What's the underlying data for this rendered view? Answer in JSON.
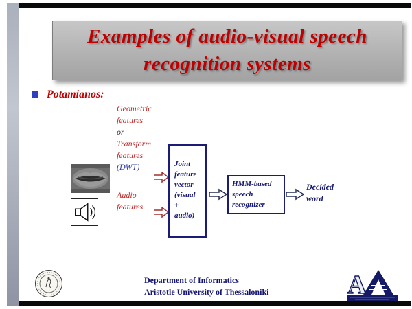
{
  "title": {
    "line1": "Examples of audio-visual speech",
    "line2": "recognition systems"
  },
  "bullet": {
    "label": "Potamianos:"
  },
  "visual_features": {
    "lines": [
      "Geometric",
      "features",
      "or",
      "Transform",
      "features",
      "(DWT)"
    ]
  },
  "audio_features": {
    "lines": [
      "Audio",
      "features"
    ]
  },
  "diagram": {
    "joint_box": {
      "lines": [
        "Joint",
        "feature",
        "vector",
        "(visual",
        "+",
        "audio)"
      ]
    },
    "hmm_box": {
      "lines": [
        "HMM-based",
        "speech",
        "recognizer"
      ]
    },
    "output": {
      "lines": [
        "Decided",
        "word"
      ]
    }
  },
  "footer": {
    "line1": "Department of Informatics",
    "line2": "Aristotle University of Thessaloniki"
  },
  "icons": {
    "lips": "lips-photo",
    "speaker": "speaker-icon",
    "seal": "university-seal",
    "auth": "auth-logo"
  },
  "colors": {
    "title_red": "#c00000",
    "feature_red": "#c02828",
    "navy": "#171a70",
    "banner_gray": "#b2b2b2",
    "bullet_blue": "#2e3fc0",
    "arrow_red": "#a03030"
  }
}
